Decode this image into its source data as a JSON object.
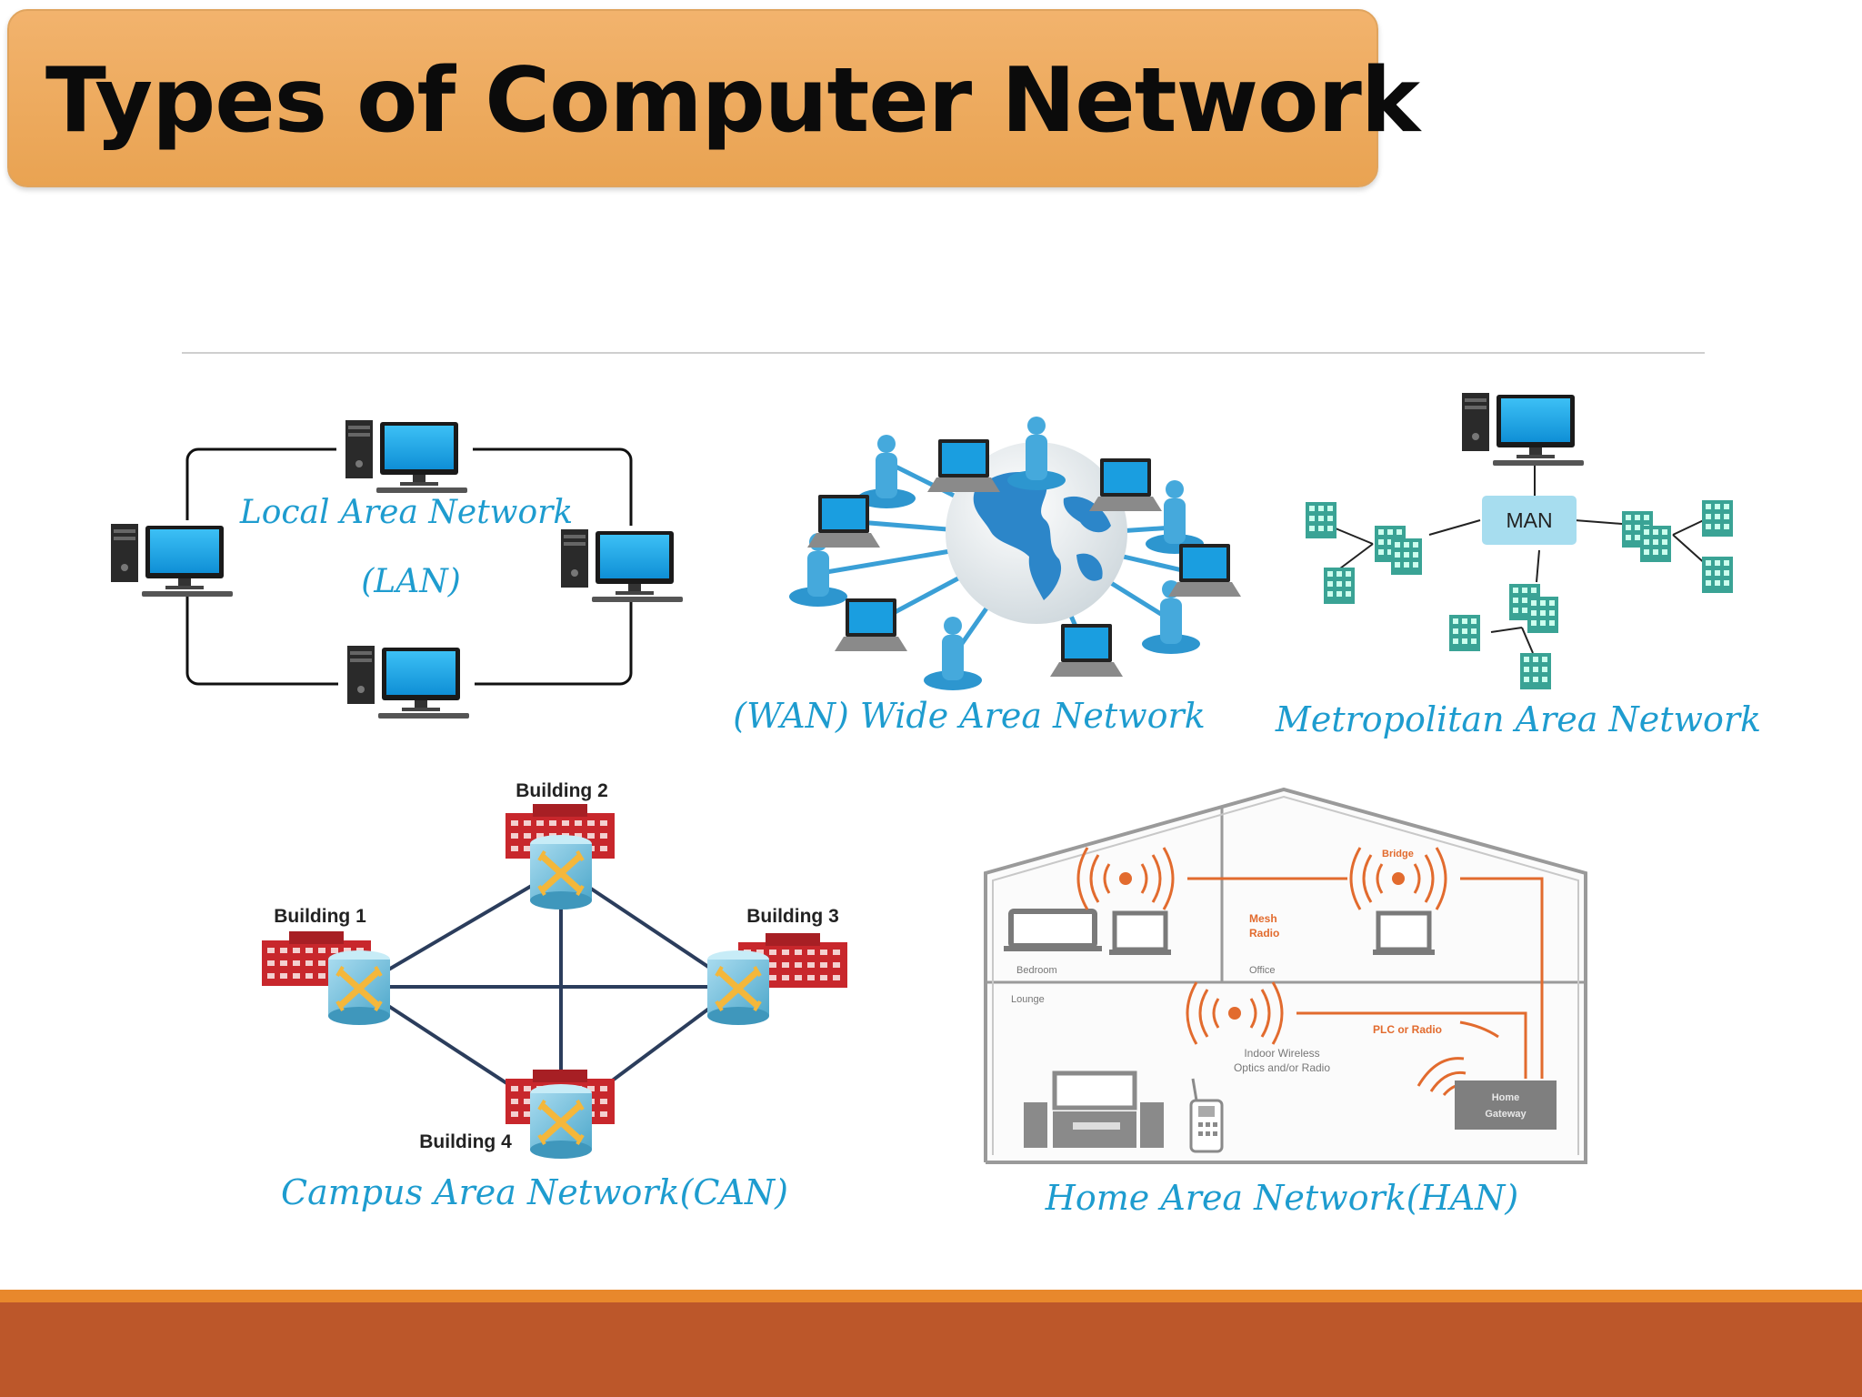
{
  "slide": {
    "title": "Types of Computer Network",
    "colors": {
      "title_bar": "#eda85b",
      "footer": "#bc572a",
      "footer_stripe": "#e8882c",
      "caption": "#1e9ccf",
      "monitor": "#1aa3e8",
      "han_orange": "#e26b2e"
    }
  },
  "lan": {
    "caption_line1": "Local Area Network",
    "caption_line2": "(LAN)"
  },
  "wan": {
    "caption": "(WAN) Wide Area Network"
  },
  "man": {
    "hub_label": "MAN",
    "caption": "Metropolitan Area Network"
  },
  "can": {
    "caption": "Campus Area Network(CAN)",
    "buildings": [
      "Building 1",
      "Building 2",
      "Building 3",
      "Building 4"
    ]
  },
  "han": {
    "caption": "Home Area Network(HAN)",
    "rooms": {
      "bedroom": "Bedroom",
      "office": "Office",
      "lounge": "Lounge"
    },
    "bridge": "Bridge",
    "mesh_1": "Mesh",
    "mesh_2": "Radio",
    "plc": "PLC or Radio",
    "indoor_1": "Indoor Wireless",
    "indoor_2": "Optics and/or Radio",
    "gateway_1": "Home",
    "gateway_2": "Gateway"
  },
  "icons": [
    "desktop-computer-icon",
    "globe-icon",
    "person-icon",
    "laptop-icon",
    "office-building-icon",
    "network-switch-icon",
    "wifi-router-icon",
    "house-icon",
    "tv-icon",
    "phone-icon",
    "stereo-icon"
  ]
}
